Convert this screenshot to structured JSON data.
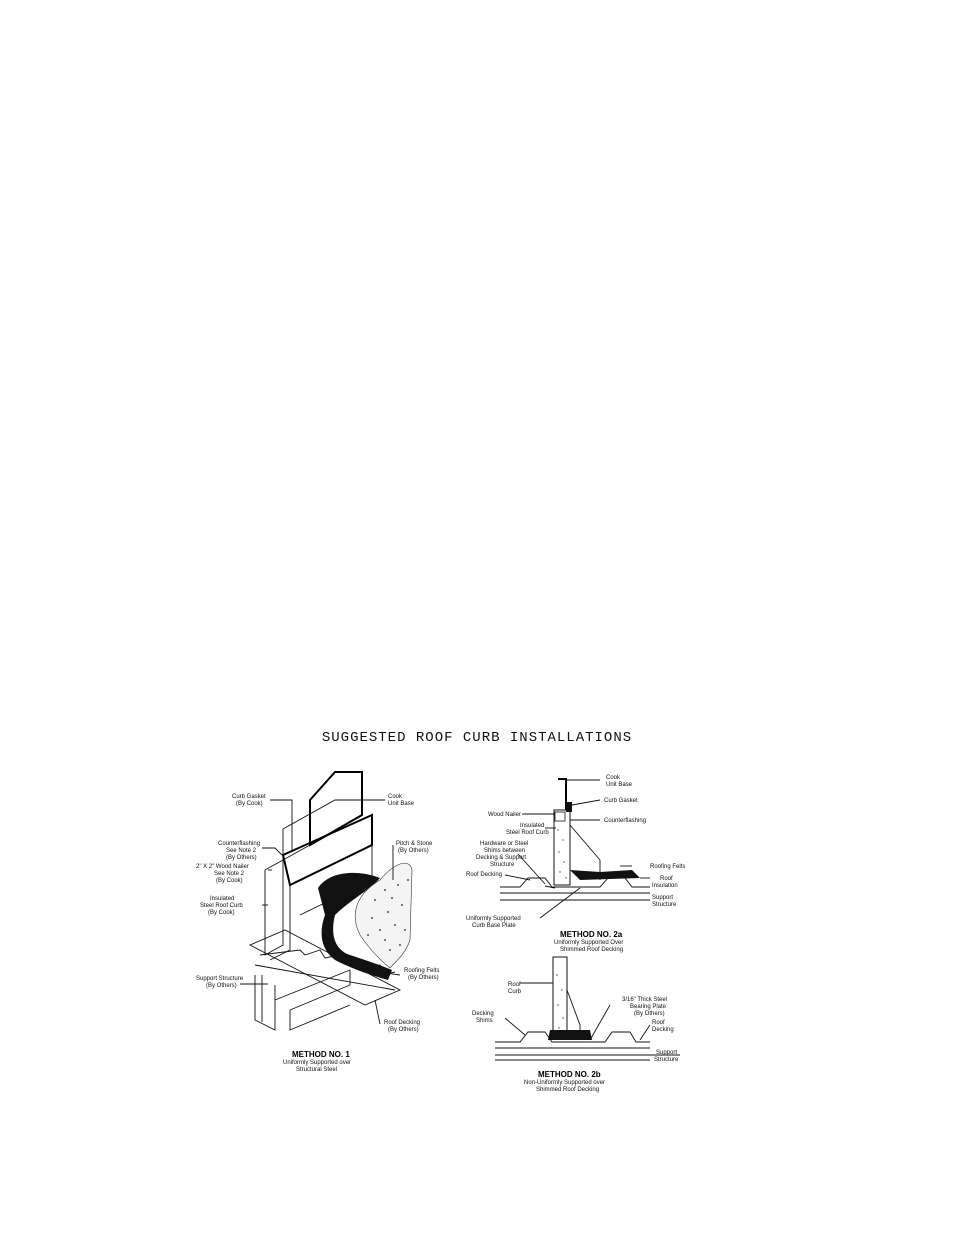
{
  "title": "SUGGESTED ROOF CURB INSTALLATIONS",
  "method1": {
    "caption": "METHOD NO. 1",
    "sub1": "Uniformly Supported over",
    "sub2": "Structural Steel",
    "labels": {
      "curb_gasket_1": "Curb Gasket",
      "curb_gasket_2": "(By Cook)",
      "cook_base_1": "Cook",
      "cook_base_2": "Unit Base",
      "counterflashing_1": "Counterflashing",
      "counterflashing_2": "See Note 2",
      "counterflashing_3": "(By Others)",
      "pitch_1": "Pitch & Stone",
      "pitch_2": "(By Others)",
      "nailer_1": "2\" X 2\" Wood Nailer",
      "nailer_2": "See Note 2",
      "nailer_3": "(By Cook)",
      "curb_1": "Insulated",
      "curb_2": "Steel Roof Curb",
      "curb_3": "(By Cook)",
      "support_1": "Support Structure",
      "support_2": "(By Others)",
      "felts_1": "Roofing Felts",
      "felts_2": "(By Others)",
      "decking_1": "Roof Decking",
      "decking_2": "(By Others)"
    }
  },
  "method2a": {
    "caption": "METHOD NO. 2a",
    "sub1": "Uniformly Supported Over",
    "sub2": "Shimmed Roof Decking",
    "labels": {
      "cook_1": "Cook",
      "cook_2": "Unit Base",
      "gasket": "Curb Gasket",
      "nailer": "Wood Nailer",
      "counterflashing": "Counterflashing",
      "curb_1": "Insulated",
      "curb_2": "Steel Roof Curb",
      "hw_1": "Hardware or Steel",
      "hw_2": "Shims between",
      "hw_3": "Decking & Support",
      "hw_4": "Structure",
      "felts": "Roofing Felts",
      "decking": "Roof Decking",
      "insulation_1": "Roof",
      "insulation_2": "Insulation",
      "support_1": "Support",
      "support_2": "Structure",
      "base_1": "Uniformly Supported",
      "base_2": "Curb Base Plate"
    }
  },
  "method2b": {
    "caption": "METHOD NO. 2b",
    "sub1": "Non-Uniformly Supported over",
    "sub2": "Shimmed Roof Decking",
    "labels": {
      "curb_1": "Roof",
      "curb_2": "Curb",
      "plate_1": "3/16\" Thick Steel",
      "plate_2": "Bearing Plate",
      "plate_3": "(By Others)",
      "shims_1": "Decking",
      "shims_2": "Shims",
      "decking_1": "Roof",
      "decking_2": "Decking",
      "support_1": "Support",
      "support_2": "Structure"
    }
  }
}
